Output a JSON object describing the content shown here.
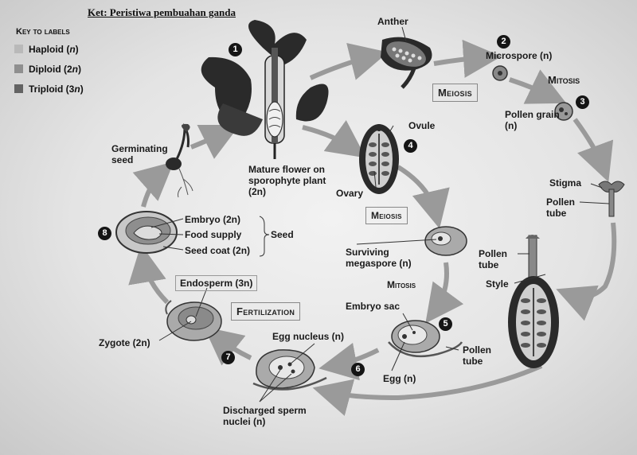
{
  "title": "Ket: Peristiwa pembuahan ganda",
  "key": {
    "heading": "Key to labels",
    "items": [
      {
        "label_pre": "Haploid (",
        "ploidy": "n",
        "label_post": ")",
        "color": "#b9b9b9"
      },
      {
        "label_pre": "Diploid (2",
        "ploidy": "n",
        "label_post": ")",
        "color": "#8f8f8f"
      },
      {
        "label_pre": "Triploid (3",
        "ploidy": "n",
        "label_post": ")",
        "color": "#636363"
      }
    ]
  },
  "steps": [
    "1",
    "2",
    "3",
    "4",
    "5",
    "6",
    "7",
    "8"
  ],
  "labels": {
    "anther": "Anther",
    "microspore": "Microspore (n)",
    "meiosis_top": "Meiosis",
    "mitosis_top": "Mitosis",
    "pollen_grain": "Pollen grain (n)",
    "ovule": "Ovule",
    "ovary": "Ovary",
    "mature_flower": "Mature flower on sporophyte plant (2n)",
    "germinating_seed": "Germinating seed",
    "meiosis_mid": "Meiosis",
    "surviving_megaspore": "Surviving megaspore (n)",
    "mitosis_mid": "Mitosis",
    "embryo_sac": "Embryo sac",
    "stigma": "Stigma",
    "pollen_tube_1": "Pollen tube",
    "pollen_tube_2": "Pollen tube",
    "style": "Style",
    "pollen_tube_3": "Pollen tube",
    "embryo": "Embryo (2n)",
    "food_supply": "Food supply",
    "seed_coat": "Seed coat (2n)",
    "seed": "Seed",
    "endosperm": "Endosperm (3n)",
    "fertilization": "Fertilization",
    "zygote": "Zygote (2n)",
    "egg_nucleus": "Egg nucleus (n)",
    "egg": "Egg (n)",
    "discharged_sperm": "Discharged sperm nuclei (n)"
  },
  "colors": {
    "arrow": "#9a9a9a",
    "tissue_dark": "#2a2a2a",
    "tissue_mid": "#7a7a7a",
    "tissue_light": "#d7d7d7"
  }
}
